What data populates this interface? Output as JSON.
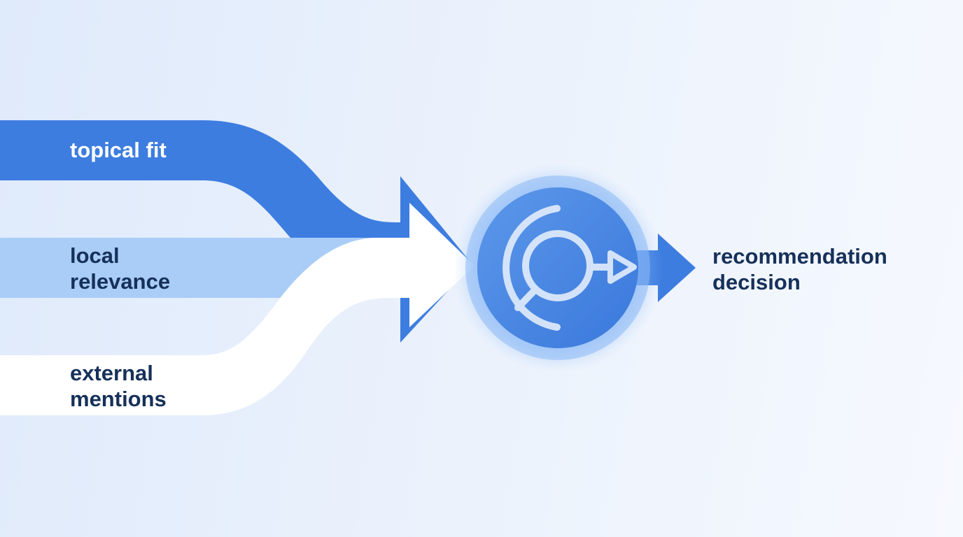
{
  "inputs": [
    {
      "lines": [
        "topical fit"
      ],
      "color": "#3d7de0"
    },
    {
      "lines": [
        "local",
        "relevance"
      ],
      "color": "#a9cdf7"
    },
    {
      "lines": [
        "external",
        "mentions"
      ],
      "color": "#ffffff"
    }
  ],
  "output": {
    "lines": [
      "recommendation",
      "decision"
    ]
  },
  "hub": {
    "icon": "scoring-engine-icon",
    "color": "#4485e4",
    "glow": "#6aa6f5"
  },
  "colors": {
    "text_dark": "#16305a",
    "text_light": "#ffffff",
    "arrow": "#3d7de0"
  }
}
